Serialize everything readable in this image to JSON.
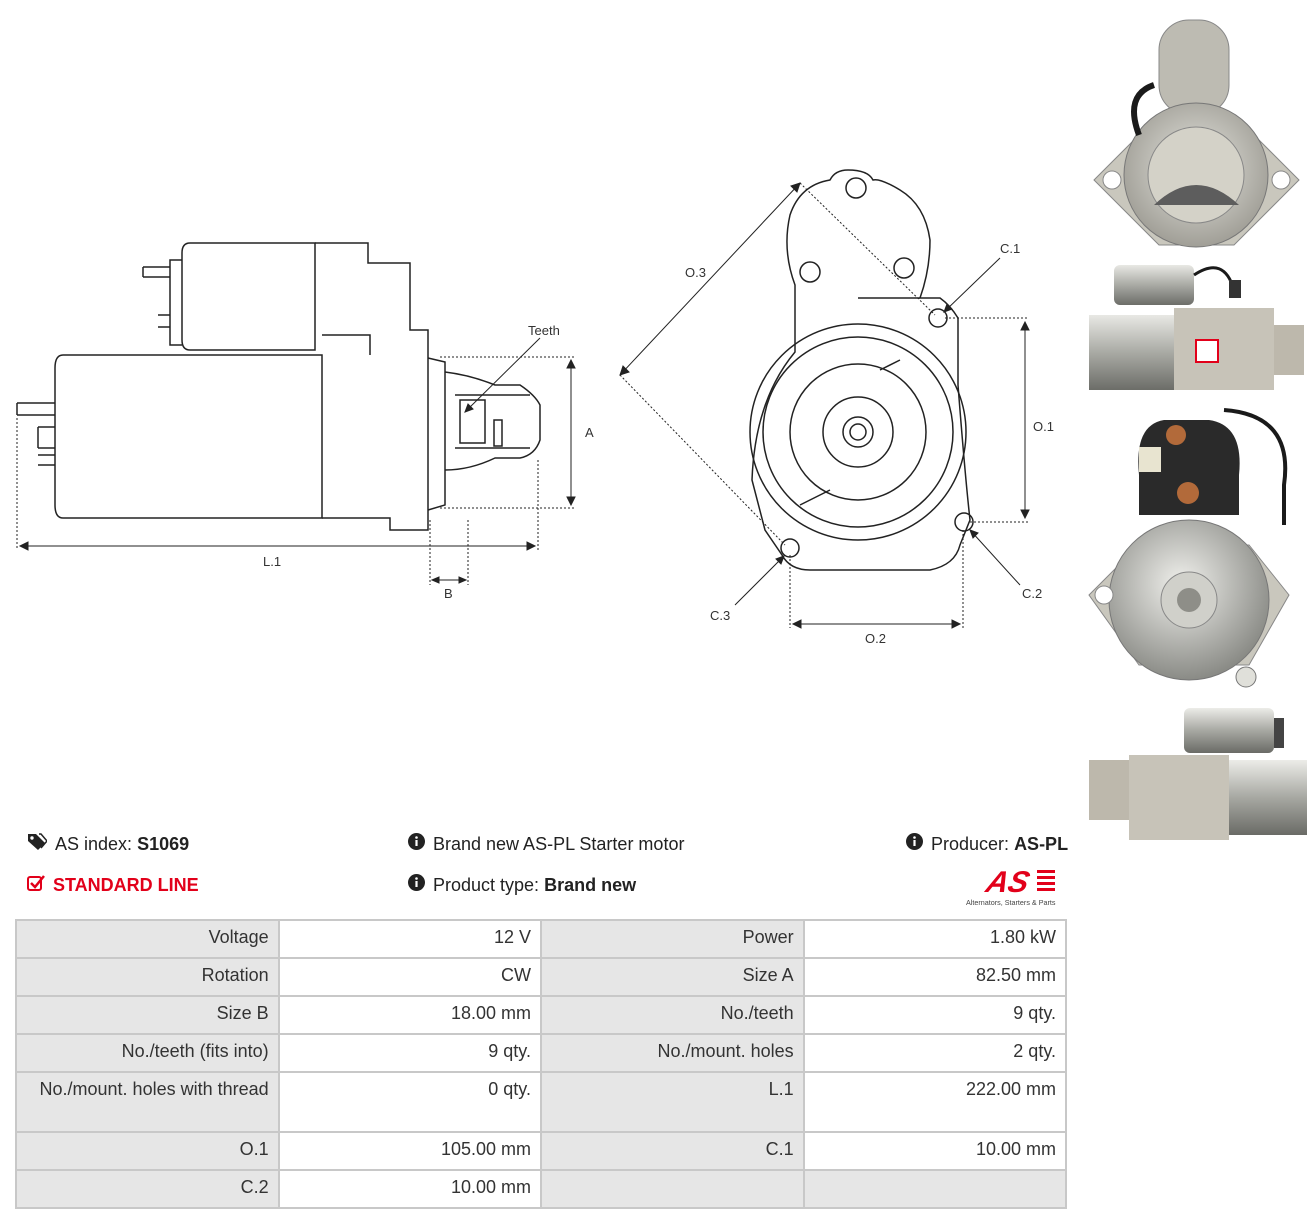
{
  "drawing": {
    "labels": {
      "teeth": "Teeth",
      "a": "A",
      "b": "B",
      "l1": "L.1",
      "o1": "O.1",
      "o2": "O.2",
      "o3": "O.3",
      "c1": "C.1",
      "c2": "C.2",
      "c3": "C.3"
    }
  },
  "info": {
    "as_index_label": "AS index:",
    "as_index_value": "S1069",
    "line": "STANDARD LINE",
    "description": "Brand new AS-PL Starter motor",
    "product_type_label": "Product type:",
    "product_type_value": "Brand new",
    "producer_label": "Producer:",
    "producer_value": "AS-PL",
    "logo_text": "AS",
    "logo_tagline": "Alternators, Starters & Parts"
  },
  "icons": [
    "tags-icon",
    "check-square-icon",
    "info-circle-icon",
    "info-circle-icon",
    "info-circle-icon"
  ],
  "colors": {
    "accent_red": "#e2001a",
    "label_bg": "#e6e6e6",
    "grid": "#c8c8c8"
  },
  "specs": [
    [
      "Voltage",
      "12 V",
      "Power",
      "1.80 kW"
    ],
    [
      "Rotation",
      "CW",
      "Size A",
      "82.50 mm"
    ],
    [
      "Size B",
      "18.00 mm",
      "No./teeth",
      "9 qty."
    ],
    [
      "No./teeth (fits into)",
      "9 qty.",
      "No./mount. holes",
      "2 qty."
    ],
    [
      "No./mount. holes with thread",
      "0 qty.",
      "L.1",
      "222.00 mm"
    ],
    [
      "O.1",
      "105.00 mm",
      "C.1",
      "10.00 mm"
    ],
    [
      "C.2",
      "10.00 mm",
      "",
      ""
    ]
  ]
}
